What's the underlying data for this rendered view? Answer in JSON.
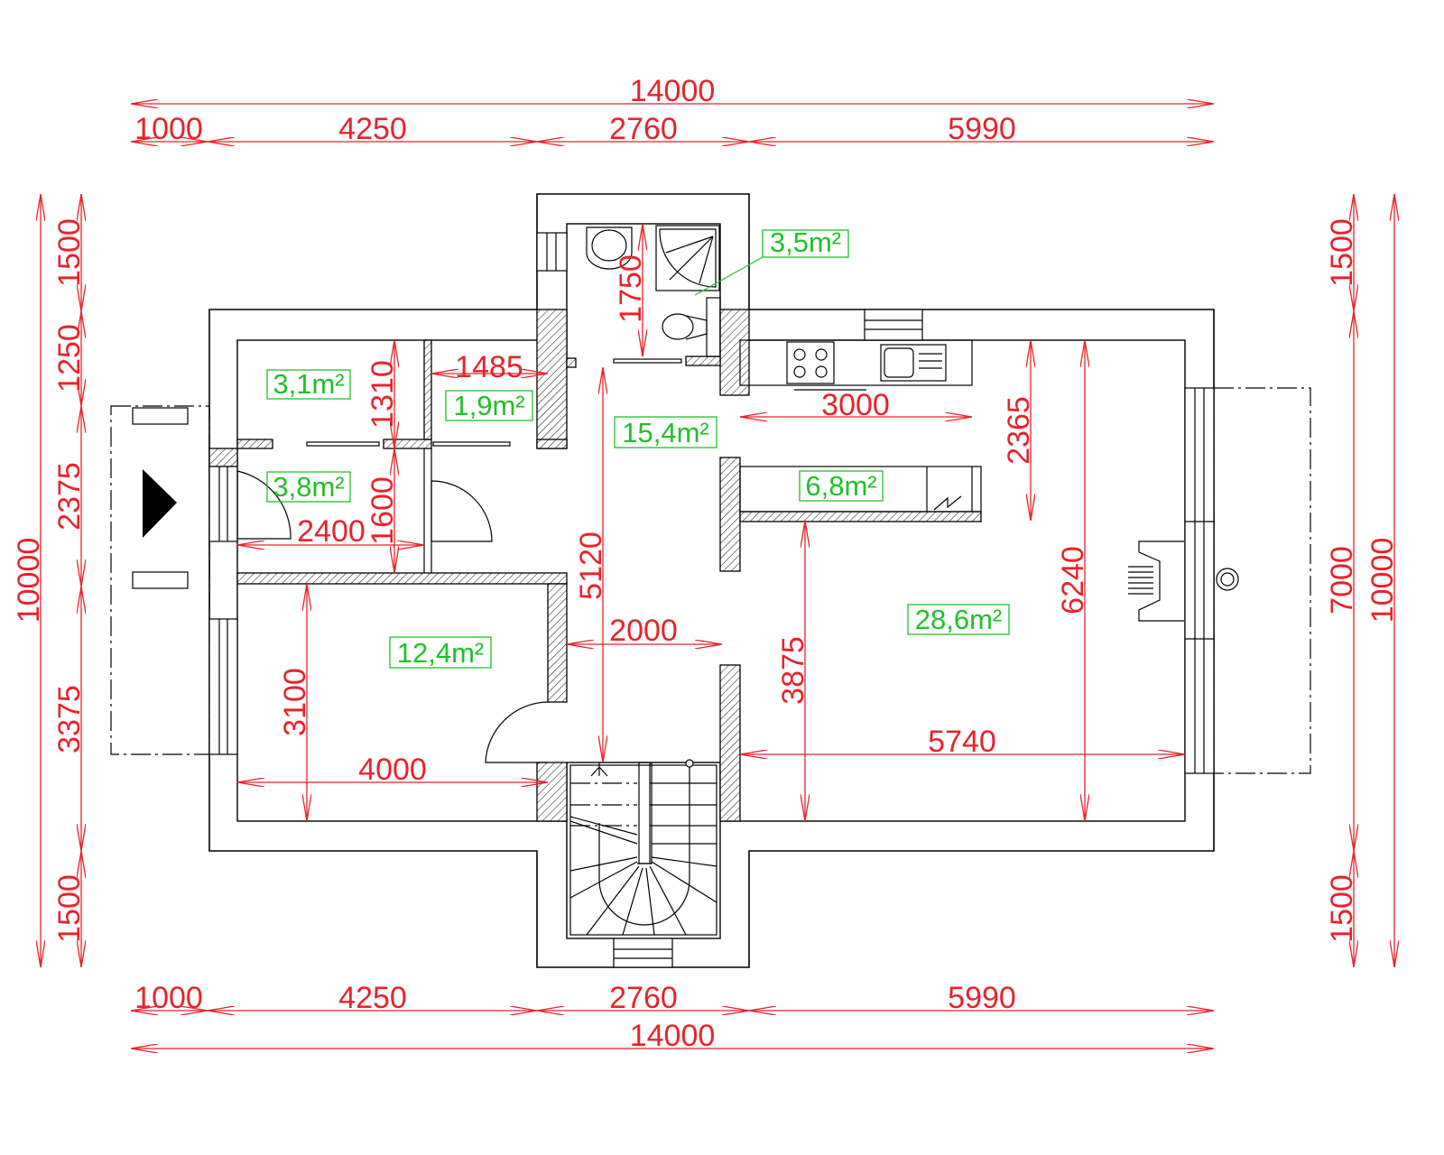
{
  "drawing": {
    "dimensions": {
      "top_overall": "14000",
      "top_1": "1000",
      "top_2": "4250",
      "top_3": "2760",
      "top_4": "5990",
      "bottom_1": "1000",
      "bottom_2": "4250",
      "bottom_3": "2760",
      "bottom_4": "5990",
      "bottom_overall": "14000",
      "left_overall": "10000",
      "left_1": "1500",
      "left_2": "1250",
      "left_3": "2375",
      "left_4": "3375",
      "left_5": "1500",
      "right_overall": "10000",
      "right_1": "1500",
      "right_2": "7000",
      "right_3": "1500",
      "bath_depth": "1750",
      "storage_depth": "1310",
      "wc_width": "1485",
      "entry_depth": "1600",
      "entry_width": "2400",
      "hall_length": "5120",
      "kitchen_counter": "3000",
      "kitchen_depth": "2365",
      "living_depth": "6240",
      "hall_width": "2000",
      "living_lower_depth": "3875",
      "living_width": "5740",
      "room_depth": "3100",
      "room_width": "4000"
    },
    "areas": {
      "bathroom": "3,5m²",
      "storage": "3,1m²",
      "wc": "1,9m²",
      "hall": "15,4m²",
      "entry": "3,8m²",
      "kitchen": "6,8m²",
      "living": "28,6m²",
      "room": "12,4m²"
    },
    "colors": {
      "dimension": "#e8232a",
      "area_label": "#22c02a",
      "walls": "#000000"
    }
  }
}
